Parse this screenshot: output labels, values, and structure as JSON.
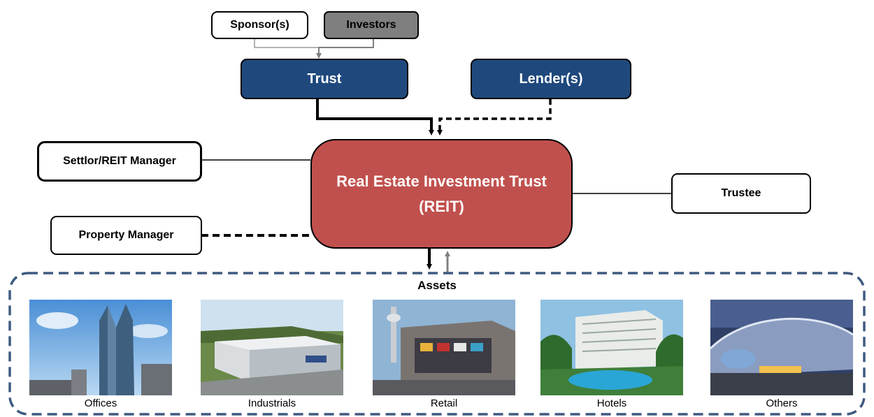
{
  "boxes": {
    "sponsors": "Sponsor(s)",
    "investors": "Investors",
    "trust": "Trust",
    "lenders": "Lender(s)",
    "settlor": "Settlor/REIT Manager",
    "property_manager": "Property Manager",
    "trustee": "Trustee",
    "reit_line1": "Real Estate Investment Trust",
    "reit_line2": "(REIT)"
  },
  "assets": {
    "title": "Assets",
    "items": [
      {
        "label": "Offices",
        "icon": "office-tower-photo"
      },
      {
        "label": "Industrials",
        "icon": "warehouse-photo"
      },
      {
        "label": "Retail",
        "icon": "shopping-mall-photo"
      },
      {
        "label": "Hotels",
        "icon": "resort-hotel-photo"
      },
      {
        "label": "Others",
        "icon": "airport-terminal-photo"
      }
    ]
  },
  "colors": {
    "navy": "#1f497d",
    "reit_red": "#c0504d",
    "investors_grey": "#7f7f7f",
    "assets_border": "#3f5a80"
  }
}
